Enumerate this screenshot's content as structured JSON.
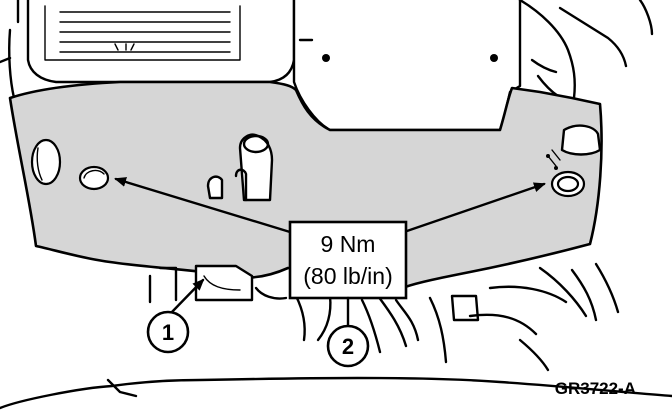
{
  "figure": {
    "torque_spec_line1": "9 Nm",
    "torque_spec_line2": "(80 lb/in)",
    "callouts": [
      "1",
      "2"
    ],
    "reference_code": "GR3722-A"
  }
}
